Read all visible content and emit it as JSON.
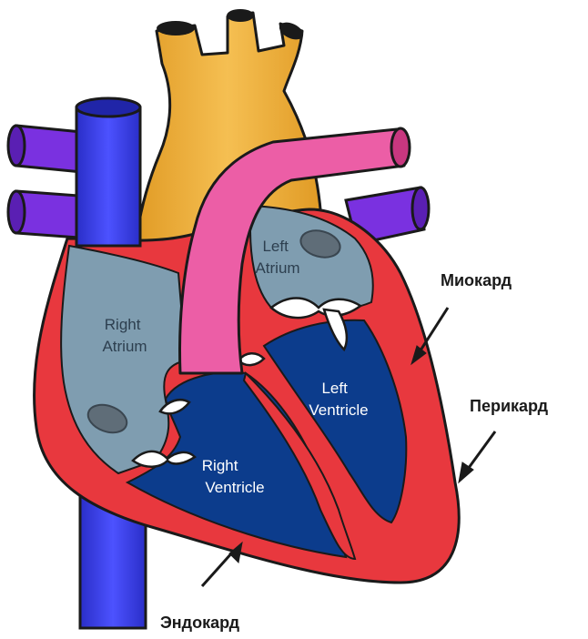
{
  "chambers": {
    "left_atrium": [
      "Left",
      "Atrium"
    ],
    "right_atrium": [
      "Right",
      "Atrium"
    ],
    "left_ventricle": [
      "Left",
      "Ventricle"
    ],
    "right_ventricle": [
      "Right",
      "Ventricle"
    ]
  },
  "layers": {
    "myocardium": "Миокард",
    "pericardium": "Перикард",
    "endocardium": "Эндокард"
  },
  "colors": {
    "wall": "#e8383e",
    "wall_dark": "#b3141c",
    "atrium_fill": "#7f9db0",
    "ventricle_fill": "#0c3c8c",
    "aorta": "#f2b13c",
    "pulmonary_artery": "#ec5ea6",
    "vena_cava": "#3a3ee6",
    "pulmonary_veins": "#7a31e0",
    "valve": "#ffffff",
    "outline": "#1a1a1a"
  }
}
